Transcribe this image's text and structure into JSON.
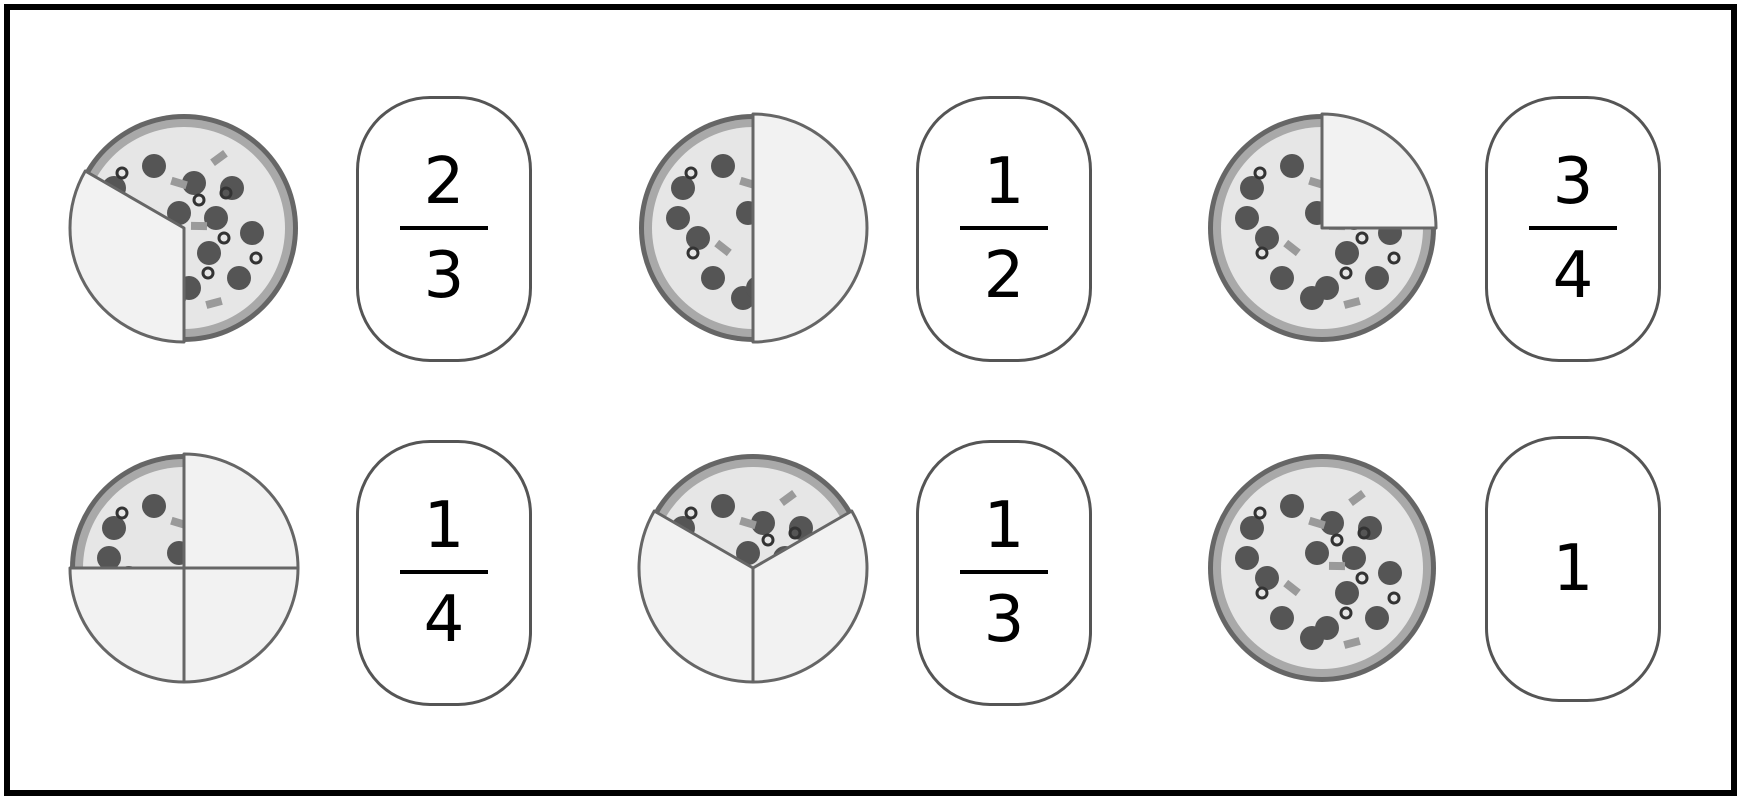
{
  "colors": {
    "crust_outer": "#666666",
    "crust_inner": "#a9a9a9",
    "cheese": "#e6e6e6",
    "pepperoni": "#555555",
    "olive": "#333333",
    "pepper": "#9a9a9a",
    "mushroom": "#f5f5f5",
    "removed_slice": "#f2f2f2",
    "outline": "#666666",
    "border": "#000000"
  },
  "items": [
    {
      "fraction": {
        "numerator": "2",
        "denominator": "3"
      },
      "pizza": {
        "total_slices": 3,
        "remaining_slices": 2
      }
    },
    {
      "fraction": {
        "numerator": "1",
        "denominator": "2"
      },
      "pizza": {
        "total_slices": 2,
        "remaining_slices": 1
      }
    },
    {
      "fraction": {
        "numerator": "3",
        "denominator": "4"
      },
      "pizza": {
        "total_slices": 4,
        "remaining_slices": 3
      }
    },
    {
      "fraction": {
        "numerator": "1",
        "denominator": "4"
      },
      "pizza": {
        "total_slices": 4,
        "remaining_slices": 1
      }
    },
    {
      "fraction": {
        "numerator": "1",
        "denominator": "3"
      },
      "pizza": {
        "total_slices": 3,
        "remaining_slices": 1
      }
    },
    {
      "fraction": {
        "whole": "1"
      },
      "pizza": {
        "total_slices": 1,
        "remaining_slices": 1
      }
    }
  ]
}
